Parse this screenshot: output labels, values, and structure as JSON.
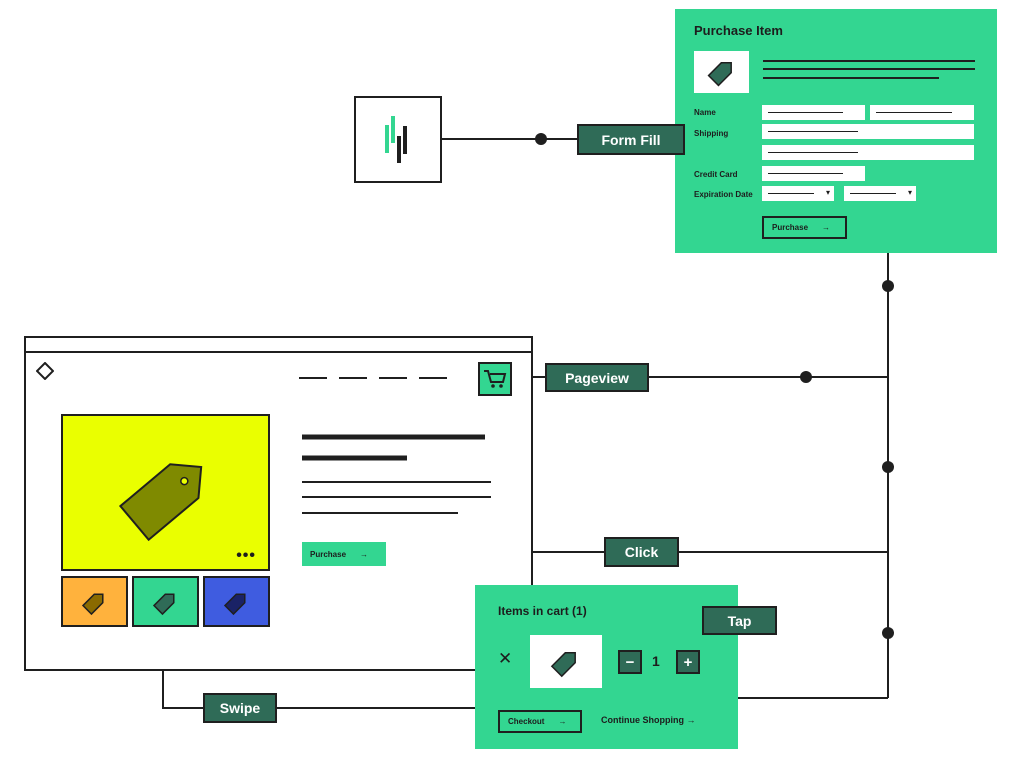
{
  "colors": {
    "green": "#33d691",
    "dark_green": "#2f6b57",
    "yellow": "#eaff00",
    "orange": "#ffb23d",
    "blue": "#3f5ce0",
    "outline": "#1f1f1f"
  },
  "event_tags": {
    "form_fill": "Form Fill",
    "pageview": "Pageview",
    "click": "Click",
    "tap": "Tap",
    "swipe": "Swipe"
  },
  "form": {
    "title": "Purchase Item",
    "labels": {
      "name": "Name",
      "shipping": "Shipping",
      "credit_card": "Credit Card",
      "expiration_date": "Expiration Date"
    },
    "purchase_label": "Purchase",
    "arrow": "→",
    "chevron": "▾"
  },
  "product_page": {
    "purchase_label": "Purchase",
    "arrow": "→",
    "more": "•••",
    "icons": [
      "diamond-icon",
      "cart-icon",
      "price-tag-icon"
    ]
  },
  "cart": {
    "title": "Items in cart (1)",
    "remove": "✕",
    "minus": "−",
    "quantity": "1",
    "plus": "+",
    "checkout_label": "Checkout",
    "continue_label": "Continue Shopping",
    "arrow": "→"
  }
}
